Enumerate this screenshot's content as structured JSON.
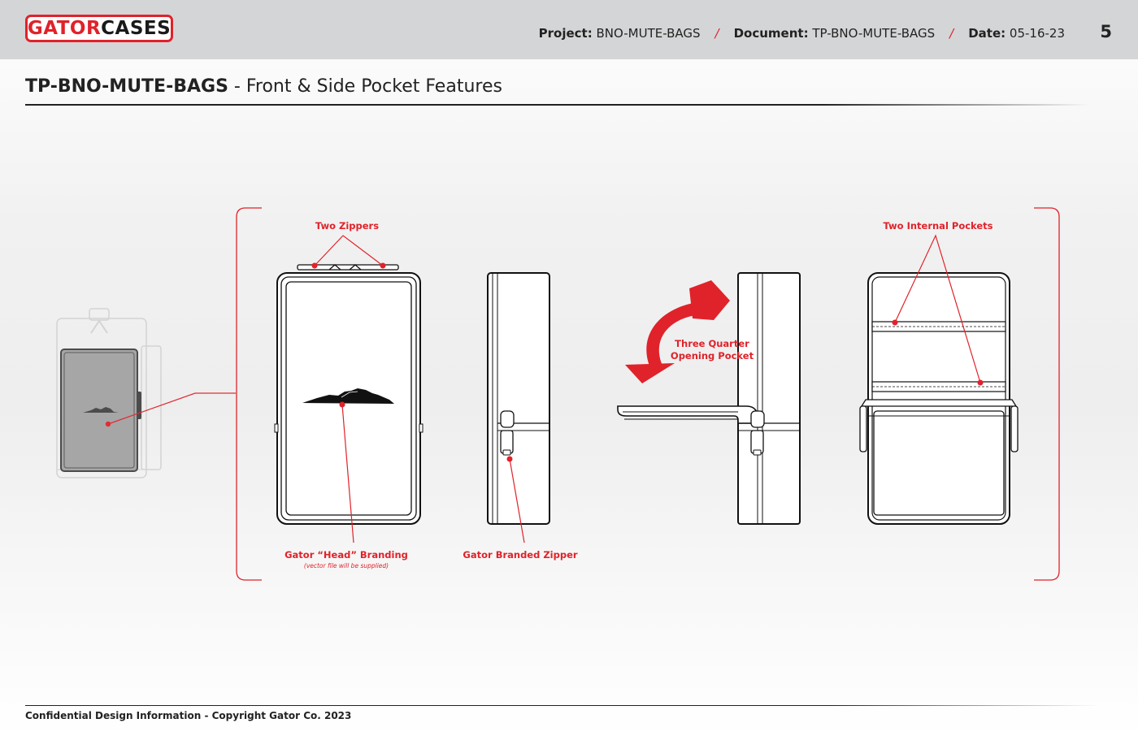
{
  "header": {
    "logo_part1": "GATOR",
    "logo_part2": "CASES",
    "project_label": "Project:",
    "project_value": "BNO-MUTE-BAGS",
    "document_label": "Document:",
    "document_value": "TP-BNO-MUTE-BAGS",
    "date_label": "Date:",
    "date_value": "05-16-23",
    "separator": "/",
    "page_number": "5"
  },
  "title": {
    "code": "TP-BNO-MUTE-BAGS",
    "subtitle": " - Front & Side Pocket Features"
  },
  "callouts": {
    "two_zippers": "Two Zippers",
    "two_internal_pockets": "Two Internal Pockets",
    "three_quarter_line1": "Three Quarter",
    "three_quarter_line2": "Opening Pocket",
    "gator_head_branding": "Gator “Head” Branding",
    "vector_note": "(vector file will be supplied)",
    "gator_branded_zipper": "Gator Branded Zipper"
  },
  "footer": {
    "text": "Confidential Design Information - Copyright Gator Co. 2023"
  },
  "colors": {
    "accent_red": "#e0222a",
    "header_gray": "#d4d5d7",
    "ink": "#222222"
  }
}
